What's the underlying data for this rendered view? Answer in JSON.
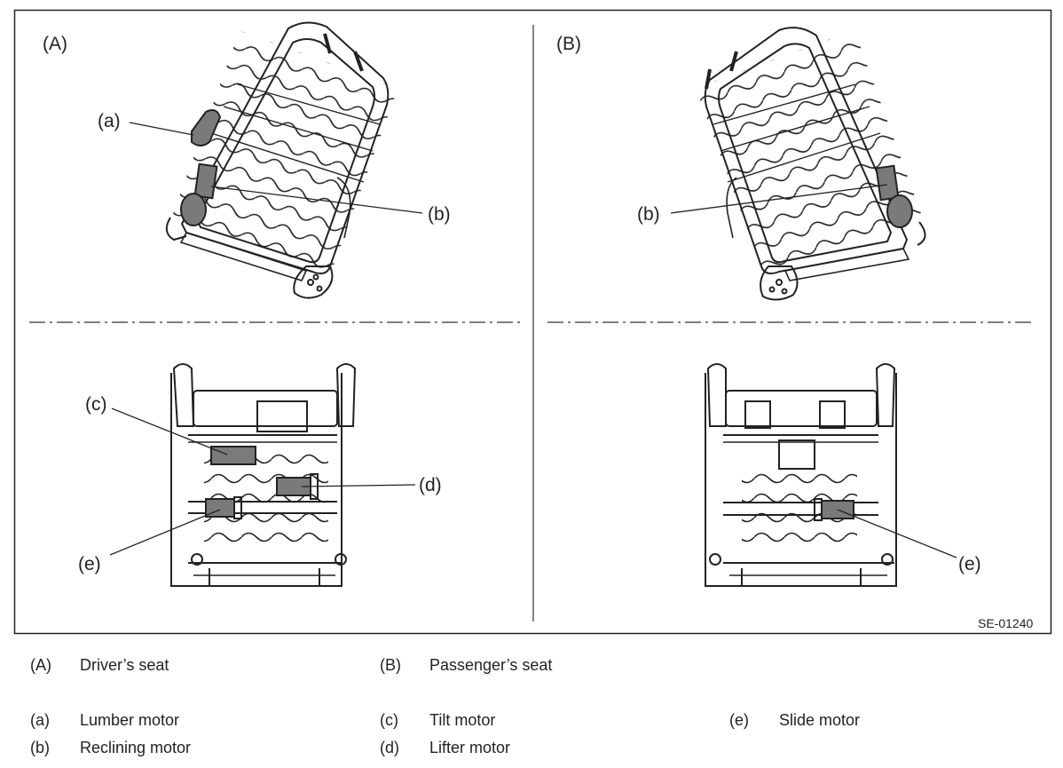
{
  "figure": {
    "code": "SE-01240",
    "panels": [
      {
        "tag": "(A)"
      },
      {
        "tag": "(B)"
      }
    ],
    "callouts": {
      "a": "(a)",
      "b": "(b)",
      "c": "(c)",
      "d": "(d)",
      "e": "(e)"
    }
  },
  "legend": [
    {
      "key": "(A)",
      "text": "Driver’s seat"
    },
    {
      "key": "(B)",
      "text": "Passenger’s seat"
    },
    {
      "key": "(a)",
      "text": "Lumber motor"
    },
    {
      "key": "(b)",
      "text": "Reclining motor"
    },
    {
      "key": "(c)",
      "text": "Tilt motor"
    },
    {
      "key": "(d)",
      "text": "Lifter motor"
    },
    {
      "key": "(e)",
      "text": "Slide motor"
    }
  ],
  "colors": {
    "line": "#222222",
    "motor": "#7a7a7a",
    "divider": "#333333"
  }
}
